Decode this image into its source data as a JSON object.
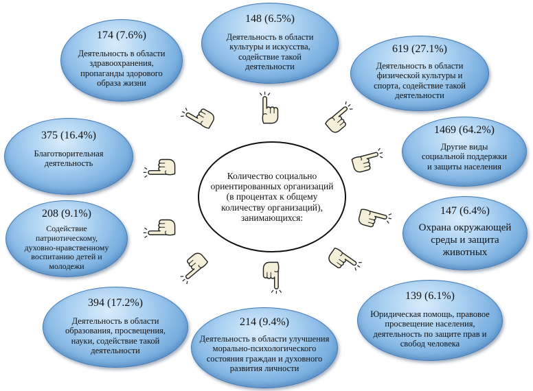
{
  "center": {
    "text": "Количество социально ориентированных организаций (в процентах к общему количеству организаций), занимающихся:"
  },
  "bubbles": [
    {
      "value": "174 (7.6%)",
      "label": "Деятельность в области здравоохранения, пропаганды здорового образа жизни"
    },
    {
      "value": "148 (6.5%)",
      "label": "Деятельность в области культуры и искусства, содействие такой деятельности"
    },
    {
      "value": "619 (27.1%)",
      "label": "Деятельность в области физической культуры и спорта, содействие такой деятельности"
    },
    {
      "value": "375 (16.4%)",
      "label": "Благотворительная деятельность"
    },
    {
      "value": "1469 (64.2%)",
      "label": "Другие виды социальной поддержки и защиты населения"
    },
    {
      "value": "208 (9.1%)",
      "label": "Содействие патриотическому, духовно-нравственному воспитанию детей и молодежи"
    },
    {
      "value": "147 (6.4%)",
      "label": "Охрана окружающей среды и защита животных"
    },
    {
      "value": "394 (17.2%)",
      "label": "Деятельность в области образования, просвещения, науки, содействие такой деятельности"
    },
    {
      "value": "214 (9.4%)",
      "label": "Деятельность в области улучшения морально-психологического состояния граждан и духовного развития личности"
    },
    {
      "value": "139 (6.1%)",
      "label": "Юридическая помощь, правовое просвещение населения, деятельность по защите прав и свобод  человека"
    }
  ],
  "icons": {
    "pointer": "pointing-hand-icon"
  },
  "colors": {
    "bubble_fill": "#6fa8dc",
    "bubble_border": "#3f78b3",
    "hand_fill": "#f4efd8",
    "hand_stroke": "#222222"
  }
}
